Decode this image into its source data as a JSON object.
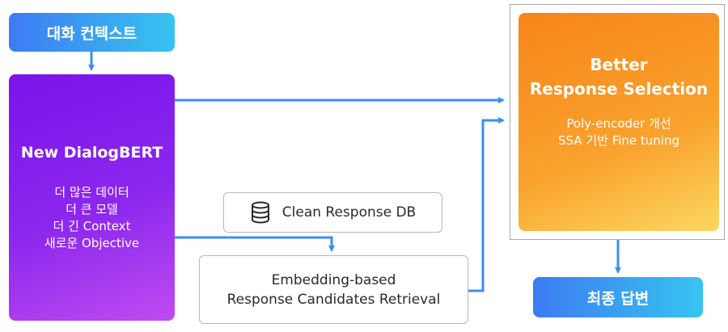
{
  "context": {
    "label": "대화 컨텍스트"
  },
  "bert": {
    "title": "New DialogBERT",
    "items": [
      "더 많은 데이터",
      "더 큰 모델",
      "더 긴 Context",
      "새로운 Objective"
    ]
  },
  "db": {
    "label": "Clean Response DB",
    "icon": "database-icon"
  },
  "retrieval": {
    "line1": "Embedding-based",
    "line2": "Response Candidates Retrieval"
  },
  "selection": {
    "title_line1": "Better",
    "title_line2": "Response Selection",
    "items": [
      "Poly-encoder 개선",
      "SSA 기반 Fine tuning"
    ]
  },
  "final": {
    "label": "최종 답변"
  },
  "colors": {
    "arrow": "#3a8ff0",
    "blue_start": "#3d7bf2",
    "blue_end": "#37c4f0",
    "purple": "#7a14ea",
    "orange": "#f7851a"
  }
}
